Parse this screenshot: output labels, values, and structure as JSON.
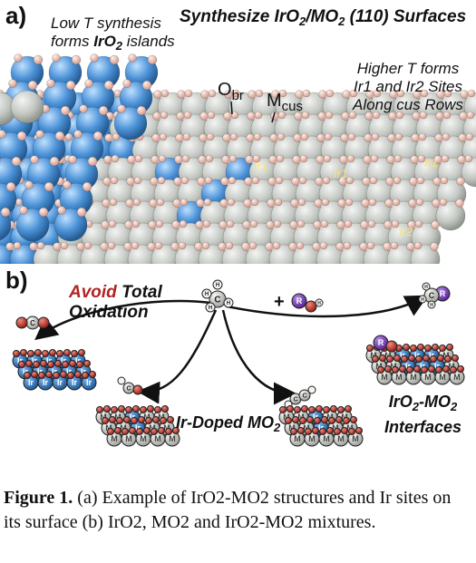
{
  "panel_a": {
    "label": "a)",
    "title_part1": "Synthesize IrO",
    "title_sub": "2",
    "title_part2": "/MO",
    "title_sub2": "2",
    "title_part3": " (110) Surfaces",
    "left_note_line1": "Low T synthesis",
    "left_note_line2_pre": "forms ",
    "left_note_line2_bold": "IrO",
    "left_note_line2_sub": "2",
    "left_note_line2_post": " islands",
    "right_note_line1": "Higher T forms",
    "right_note_line2": "Ir1 and Ir2 Sites",
    "right_note_line3": "Along cus Rows",
    "obr_label": "O",
    "obr_sub": "br",
    "mcus_label": "M",
    "mcus_sub": "cus",
    "ir1": "Ir1",
    "ir2": "Ir2"
  },
  "panel_b": {
    "label": "b)",
    "avoid_word": "Avoid",
    "total_word": "Total",
    "oxidation_word": "Oxidation",
    "ir_doped_pre": "Ir-Doped MO",
    "ir_doped_sub": "2",
    "interfaces_line1_pre": "IrO",
    "interfaces_line1_sub": "2",
    "interfaces_line1_post": "-MO",
    "interfaces_line1_sub2": "2",
    "interfaces_line2": "Interfaces",
    "plus": "+",
    "r_atom": "R",
    "h_atom": "H",
    "c_atom": "C",
    "o_atom": "O",
    "ir_atom": "Ir",
    "m_atom": "M"
  },
  "caption": {
    "label": "Figure 1.",
    "text": " (a) Example of IrO2-MO2 structures and Ir sites on its surface (b) IrO2, MO2 and IrO2-MO2 mixtures."
  },
  "colors": {
    "ir_blue": "#4a90d9",
    "m_gray": "#c4c8c4",
    "o_pink": "#e8b4a8",
    "o_red": "#c0392b",
    "r_purple": "#7b3fb8",
    "avoid_red": "#b22222"
  }
}
